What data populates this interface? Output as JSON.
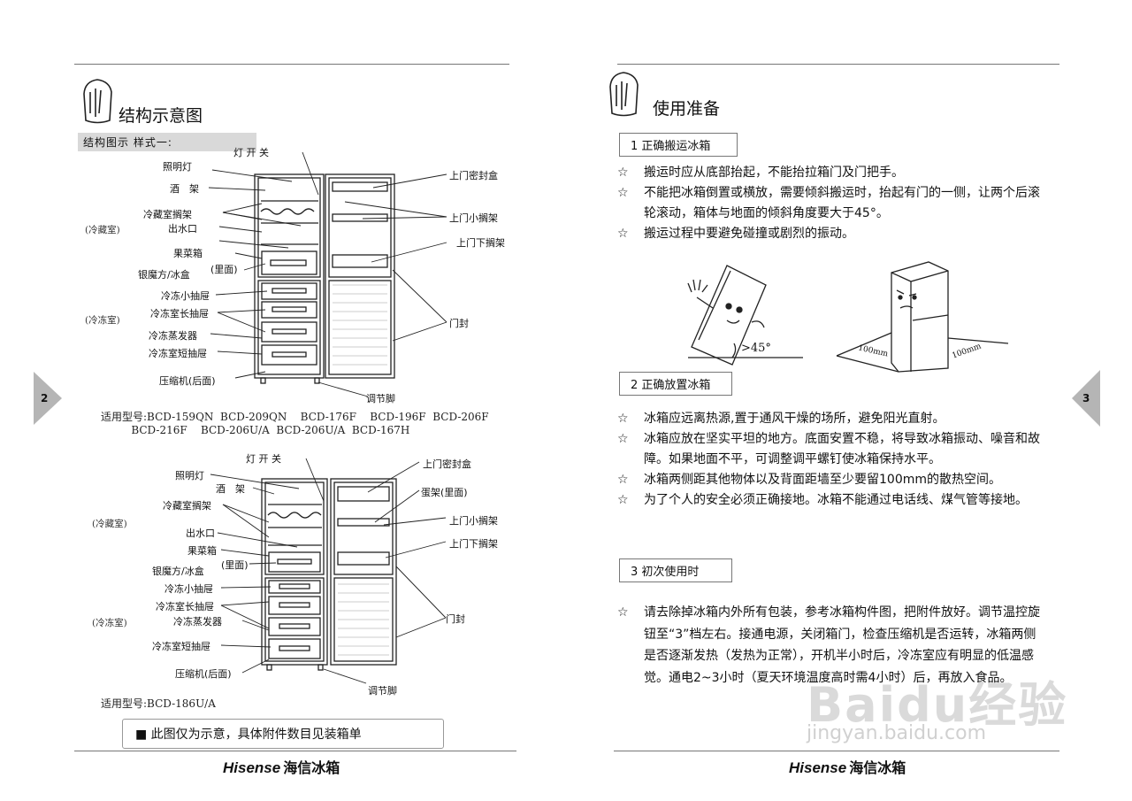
{
  "left": {
    "title": "结构示意图",
    "subtitle": "结构图示 样式一:",
    "page_number": "2",
    "diagram1": {
      "labels": {
        "light_switch": "灯 开 关",
        "lamp": "照明灯",
        "wine_rack": "酒　架",
        "fridge_shelf": "冷藏室搁架",
        "water_outlet": "出水口",
        "crisper": "果菜箱",
        "ice_box": "银魔方/冰盒",
        "inside": "(里面)",
        "freezer_small_drawer": "冷冻小抽屉",
        "freezer_long_drawer": "冷冻室长抽屉",
        "evaporator": "冷冻蒸发器",
        "freezer_short_drawer": "冷冻室短抽屉",
        "compressor": "压缩机(后面)",
        "door_box": "上门密封盒",
        "door_small_shelf": "上门小搁架",
        "door_lower_shelf": "上门下搁架",
        "door_seal": "门封",
        "foot": "调节脚",
        "fridge_room": "(冷藏室)",
        "freezer_room": "(冷冻室)"
      },
      "models_line1": "适用型号:BCD-159QN  BCD-209QN    BCD-176F    BCD-196F  BCD-206F",
      "models_line2": "         BCD-216F    BCD-206U/A  BCD-206U/A  BCD-167H"
    },
    "diagram2": {
      "labels": {
        "light_switch": "灯 开 关",
        "lamp": "照明灯",
        "wine_rack": "酒　架",
        "fridge_shelf": "冷藏室搁架",
        "water_outlet": "出水口",
        "crisper": "果菜箱",
        "ice_box": "银魔方/冰盒",
        "inside": "(里面)",
        "freezer_small_drawer": "冷冻小抽屉",
        "freezer_long_drawer": "冷冻室长抽屉",
        "evaporator": "冷冻蒸发器",
        "freezer_short_drawer": "冷冻室短抽屉",
        "compressor": "压缩机(后面)",
        "door_box": "上门密封盒",
        "egg_rack": "蛋架(里面)",
        "door_small_shelf": "上门小搁架",
        "door_lower_shelf": "上门下搁架",
        "door_seal": "门封",
        "foot": "调节脚",
        "fridge_room": "(冷藏室)",
        "freezer_room": "(冷冻室)"
      },
      "models": "适用型号:BCD-186U/A"
    },
    "note": "■ 此图仅为示意，具体附件数目见装箱单",
    "brand": "Hisense",
    "brand_cn": "海信冰箱"
  },
  "right": {
    "title": "使用准备",
    "page_number": "3",
    "section1": {
      "heading": "1 正确搬运冰箱",
      "items": [
        "搬运时应从底部抬起，不能抬拉箱门及门把手。",
        "不能把冰箱倒置或横放，需要倾斜搬运时，抬起有门的一侧，让两个后滚轮滚动，箱体与地面的倾斜角度要大于45°。",
        "搬运过程中要避免碰撞或剧烈的振动。"
      ],
      "angle_label": ">45°",
      "gap_left": "100mm",
      "gap_right": "100mm"
    },
    "section2": {
      "heading": "2 正确放置冰箱",
      "items": [
        "冰箱应远离热源,置于通风干燥的场所，避免阳光直射。",
        "冰箱应放在坚实平坦的地方。底面安置不稳，将导致冰箱振动、噪音和故障。如果地面不平，可调整调平螺钉使冰箱保持水平。",
        "冰箱两侧距其他物体以及背面距墙至少要留100mm的散热空间。",
        "为了个人的安全必须正确接地。冰箱不能通过电话线、煤气管等接地。"
      ]
    },
    "section3": {
      "heading": "3 初次使用时",
      "items": [
        "请去除掉冰箱内外所有包装，参考冰箱构件图，把附件放好。调节温控旋钮至“3”档左右。接通电源，关闭箱门，检查压缩机是否运转，冰箱两侧是否逐渐发热（发热为正常），开机半小时后，冷冻室应有明显的低温感觉。通电2~3小时（夏天环境温度高时需4小时）后，再放入食品。"
      ]
    },
    "star": "☆",
    "brand": "Hisense",
    "brand_cn": "海信冰箱",
    "watermark": "Baidu经验",
    "watermark_url": "jingyan.baidu.com"
  }
}
